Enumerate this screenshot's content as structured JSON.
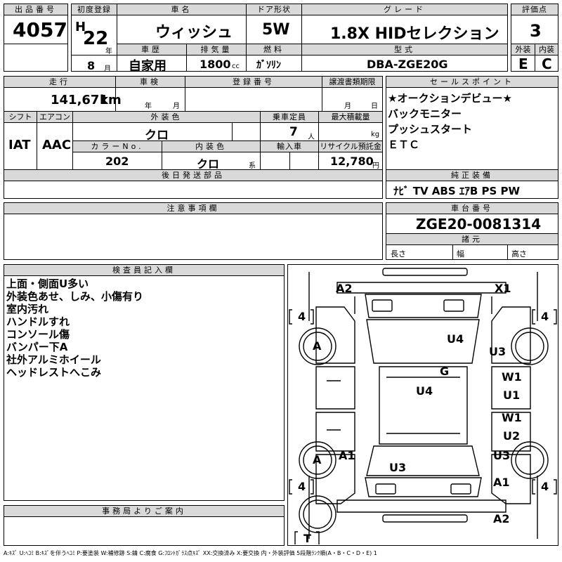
{
  "header": {
    "lot_label": "出品番号",
    "lot": "4057",
    "reg_label": "初度登録",
    "era": "H",
    "year": "22",
    "year_unit": "年",
    "month": "8",
    "month_unit": "月",
    "name_label": "車名",
    "name": "ウィッシュ",
    "door_label": "ドア形状",
    "door": "5W",
    "grade_label": "グレード",
    "grade": "1.8X HIDセレクション",
    "score_label": "評価点",
    "score": "3",
    "history_label": "車歴",
    "history": "自家用",
    "disp_label": "排気量",
    "disp": "1800",
    "disp_unit": "cc",
    "fuel_label": "燃料",
    "fuel": "ｶﾞｿﾘﾝ",
    "model_label": "型式",
    "model": "DBA-ZGE20G",
    "ext_label": "外装",
    "ext": "E",
    "int_label": "内装",
    "int": "C"
  },
  "mid": {
    "mileage_label": "走行",
    "mileage": "141,671",
    "mileage_unit": "km",
    "inspect_label": "車検",
    "inspect_y": "年",
    "inspect_m": "月",
    "regno_label": "登録番号",
    "transfer_label": "譲渡書類期限",
    "transfer_m": "月",
    "transfer_d": "日",
    "shift_label": "シフト",
    "shift": "IAT",
    "ac_label": "エアコン",
    "ac": "AAC",
    "color_label": "外装色",
    "color": "クロ",
    "capacity_label": "乗車定員",
    "capacity": "7",
    "capacity_unit": "人",
    "load_label": "最大積載量",
    "load_unit": "kg",
    "colorno_label": "カラーNo.",
    "colorno": "202",
    "intcolor_label": "内装色",
    "intcolor": "クロ",
    "intcolor_unit": "系",
    "import_label": "輸入車",
    "recycle_label": "リサイクル預託金",
    "recycle": "12,780",
    "recycle_unit": "円",
    "later_label": "後日発送部品"
  },
  "sales": {
    "label": "セールスポイント",
    "items": [
      "★オークションデビュー★",
      "バックモニター",
      "プッシュスタート",
      "ＥＴＣ"
    ]
  },
  "equip": {
    "label": "純正装備",
    "value": "ﾅﾋﾞ TV ABS ｴｱB PS PW"
  },
  "caution": {
    "label": "注意事項欄"
  },
  "chassis": {
    "label": "車台番号",
    "value": "ZGE20-0081314",
    "dims_label": "諸元",
    "len": "長さ",
    "wid": "幅",
    "hgt": "高さ"
  },
  "inspector": {
    "label": "検査員記入欄",
    "lines": [
      "上面・側面U多い",
      "外装色あせ、しみ、小傷有り",
      "室内汚れ",
      "ハンドルすれ",
      "コンソール傷",
      "バンパー下A",
      "社外アルミホイール",
      "ヘッドレストへこみ"
    ]
  },
  "office": {
    "label": "事務局よりご案内"
  },
  "diagram": {
    "marks": {
      "a2_top": "A2",
      "x1": "X1",
      "u4_roof": "U4",
      "u3_r": "U3",
      "g": "G",
      "u4_c": "U4",
      "w1_a": "W1",
      "u1": "U1",
      "w1_b": "W1",
      "u2": "U2",
      "a1_l": "A1",
      "u3_rr": "U3",
      "u3_rear": "U3",
      "a1_r": "A1",
      "a2_bot": "A2",
      "a_fl": "A",
      "a_rl": "A"
    },
    "tire": "4",
    "spare": "T"
  },
  "legend": "A:ｷｽﾞ U:ﾍｺﾐ B:ｷｽﾞを伴うﾍｺﾐ P:要塗装 W:補修跡 S:錆 C:腐食 G:ﾌﾛﾝﾄｶﾞﾗｽ点ｷｽﾞ XX:交換済み X:要交換 内・外装評価 5段階ﾗﾝｸ順(A・B・C・D・E) 1"
}
